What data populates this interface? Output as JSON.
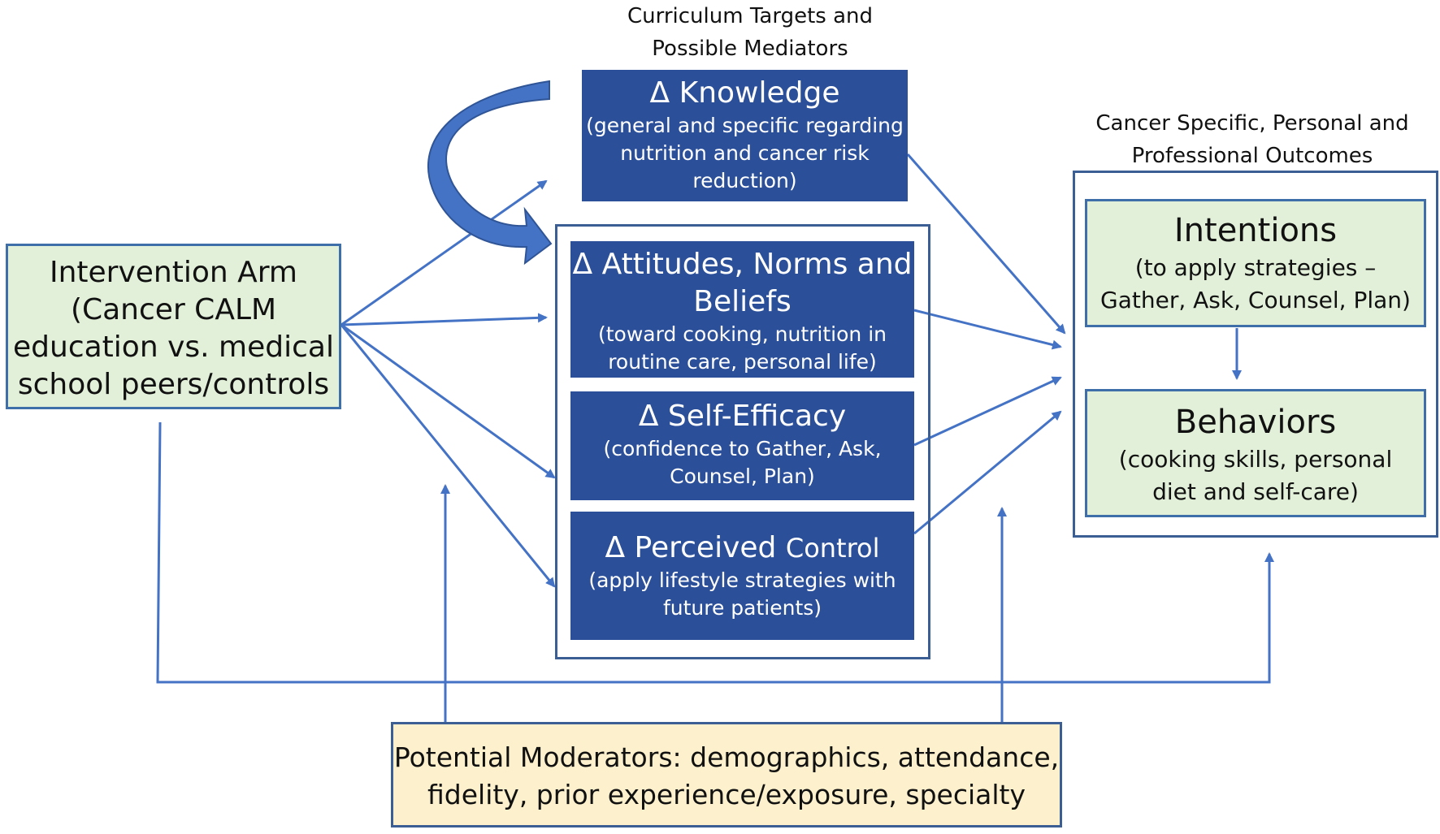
{
  "header_mediators": {
    "line1": "Curriculum Targets and",
    "line2": "Possible Mediators"
  },
  "header_outcomes": {
    "line1": "Cancer Specific, Personal and",
    "line2": "Professional Outcomes"
  },
  "intervention": {
    "title": "Intervention Arm",
    "line1": "(Cancer CALM",
    "line2": "education vs. medical",
    "line3": "school peers/controls"
  },
  "knowledge": {
    "title": "Δ Knowledge",
    "line1": "(general and specific regarding",
    "line2": "nutrition and cancer risk",
    "line3": "reduction)"
  },
  "attitudes": {
    "title1": "Δ Attitudes, Norms and",
    "title2": "Beliefs",
    "line1": "(toward cooking, nutrition in",
    "line2": "routine care, personal life)"
  },
  "self_efficacy": {
    "title": "Δ Self-Efficacy",
    "line1": "(confidence to Gather, Ask,",
    "line2": "Counsel, Plan)"
  },
  "perceived_control": {
    "title_a": "Δ Perceived",
    "title_b": "Control",
    "line1": "(apply lifestyle strategies with",
    "line2": "future patients)"
  },
  "intentions": {
    "title": "Intentions",
    "line1": "(to apply strategies –",
    "line2": "Gather, Ask, Counsel, Plan)"
  },
  "behaviors": {
    "title": "Behaviors",
    "line1": "(cooking skills, personal",
    "line2": "diet and self-care)"
  },
  "moderators": {
    "line1": "Potential Moderators:  demographics, attendance,",
    "line2": "fidelity, prior experience/exposure, specialty"
  },
  "colors": {
    "box_blue": "#2b4f99",
    "box_green": "#e2f0d9",
    "box_tan": "#fdf0cc",
    "arrow": "#4472c4"
  }
}
